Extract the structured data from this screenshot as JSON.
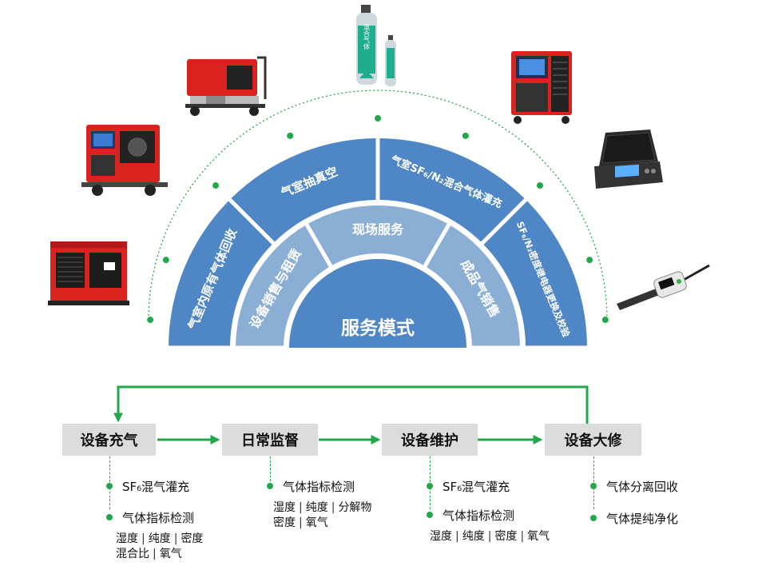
{
  "center_label": "服务模式",
  "middle_ring": [
    {
      "label": "设备销售与租赁"
    },
    {
      "label": "现场服务"
    },
    {
      "label": "成品气销售"
    }
  ],
  "outer_ring": [
    {
      "label": "气室内原有气体回收"
    },
    {
      "label": "气室抽真空"
    },
    {
      "label": "气室SF₆/N₂混合气体灌充"
    },
    {
      "label": "SF₆/N₂密度继电器更换及校验"
    }
  ],
  "gas_cylinder_text": "混合气体",
  "steps": [
    {
      "label": "设备充气"
    },
    {
      "label": "日常监督"
    },
    {
      "label": "设备维护"
    },
    {
      "label": "设备大修"
    }
  ],
  "step_details": [
    {
      "items": [
        "SF₆混气灌充",
        "气体指标检测"
      ],
      "sub_lines": [
        [
          "湿度",
          "纯度",
          "密度"
        ],
        [
          "混合比",
          "氧气"
        ]
      ]
    },
    {
      "items": [
        "气体指标检测"
      ],
      "sub_lines": [
        [
          "湿度",
          "纯度",
          "分解物"
        ],
        [
          "密度",
          "氧气"
        ]
      ]
    },
    {
      "items": [
        "SF₆混气灌充",
        "气体指标检测"
      ],
      "sub_lines": [
        [
          "湿度",
          "纯度",
          "密度",
          "氧气"
        ]
      ]
    },
    {
      "items": [
        "气体分离回收",
        "气体提纯净化"
      ],
      "sub_lines": []
    }
  ],
  "colors": {
    "outer_ring": "#4e86c6",
    "middle_ring": "#8aaed4",
    "center": "#4e86c6",
    "accent_green": "#21a84a",
    "machine_red": "#d9231f",
    "step_box": "#dcdcdc"
  }
}
